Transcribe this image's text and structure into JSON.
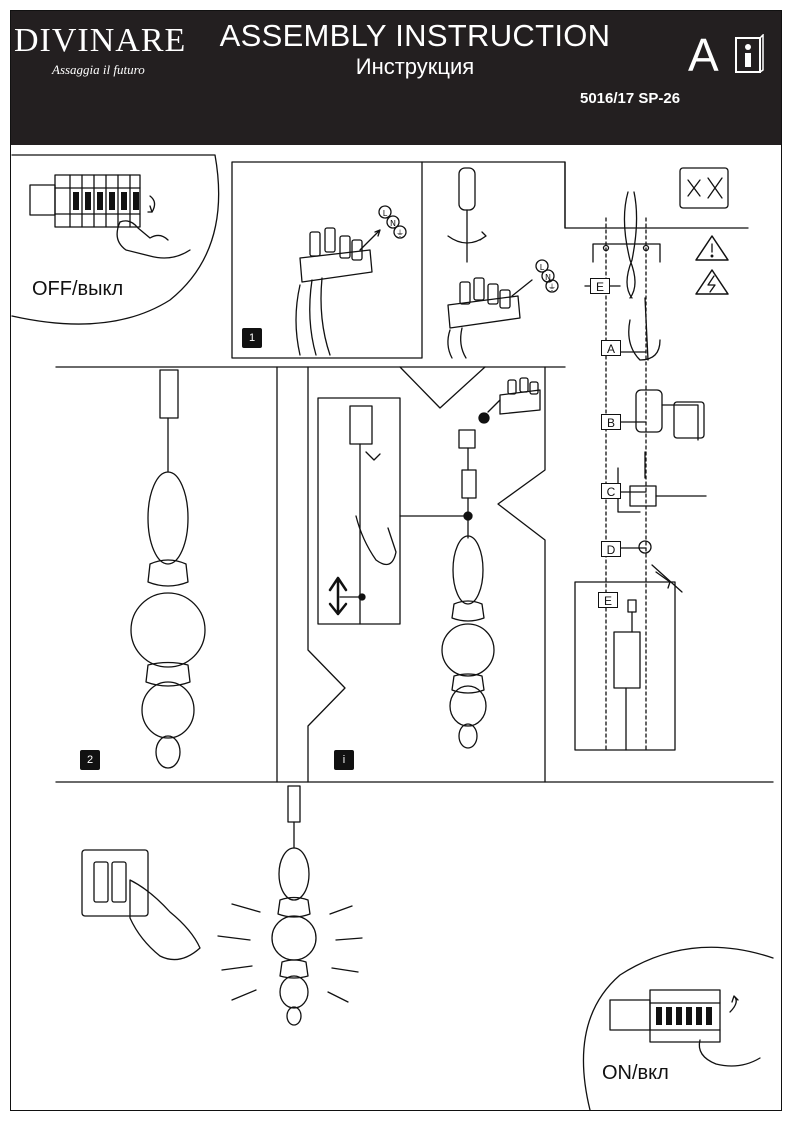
{
  "header": {
    "brand": "DIVINARE",
    "slogan": "Assaggia il futuro",
    "title": "ASSEMBLY INSTRUCTION",
    "subtitle": "Инструкция",
    "variant": "A",
    "model": "5016/17 SP-26"
  },
  "labels": {
    "off": "OFF/выкл",
    "on": "ON/вкл"
  },
  "steps": {
    "step1": "1",
    "step2": "2",
    "info": "i"
  },
  "tools": {
    "e_top": "E",
    "a": "A",
    "b": "B",
    "c": "C",
    "d": "D",
    "e_bottom": "E"
  },
  "wire_labels": [
    "L",
    "N",
    "⏚"
  ],
  "icons": [
    "warning-icon",
    "electric-hazard-icon",
    "no-children-icon",
    "info-book-icon"
  ]
}
